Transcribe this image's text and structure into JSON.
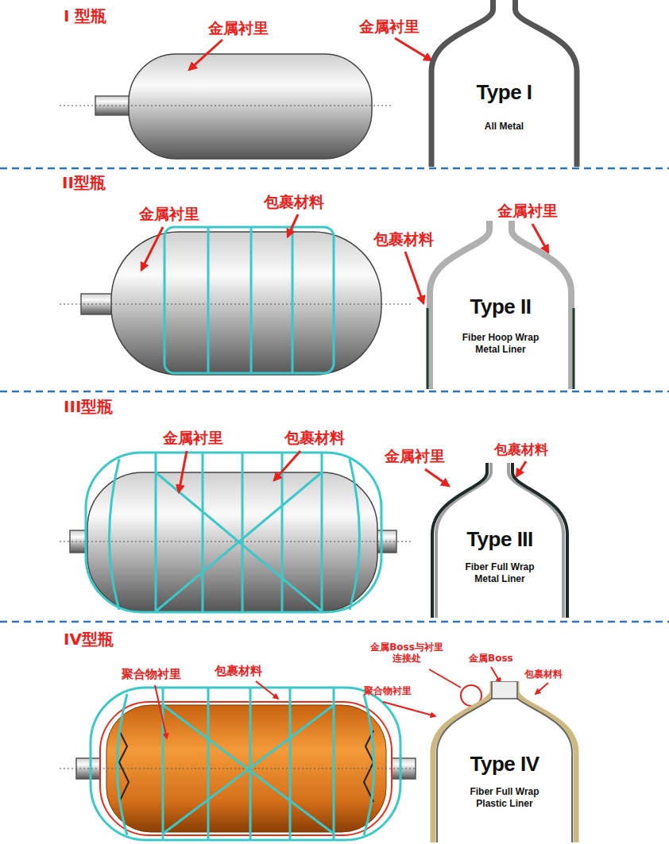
{
  "diagram": {
    "nodes": [
      {
        "text": [
          "Type I",
          "All Metal"
        ]
      },
      {
        "text": [
          "Type II",
          "Fiber Hoop Wrap Metal Liner"
        ]
      },
      {
        "text": [
          "Type III",
          "Fiber Full Wrap Metal Liner"
        ]
      },
      {
        "text": [
          "Type IV",
          "Fiber Full Wrap Plastic Liner"
        ]
      }
    ],
    "labels": [
      "I 型瓶",
      "金属衬里",
      "金属衬里",
      "II型瓶",
      "金属衬里",
      "包裹材料",
      "包裹材料",
      "金属衬里",
      "III型瓶",
      "金属衬里",
      "包裹材料",
      "金属衬里",
      "包裹材料",
      "IV型瓶",
      "聚合物衬里",
      "包裹材料",
      "金属Boss与衬里连接处",
      "金属Boss",
      "包裹材料",
      "聚合物衬里"
    ]
  }
}
